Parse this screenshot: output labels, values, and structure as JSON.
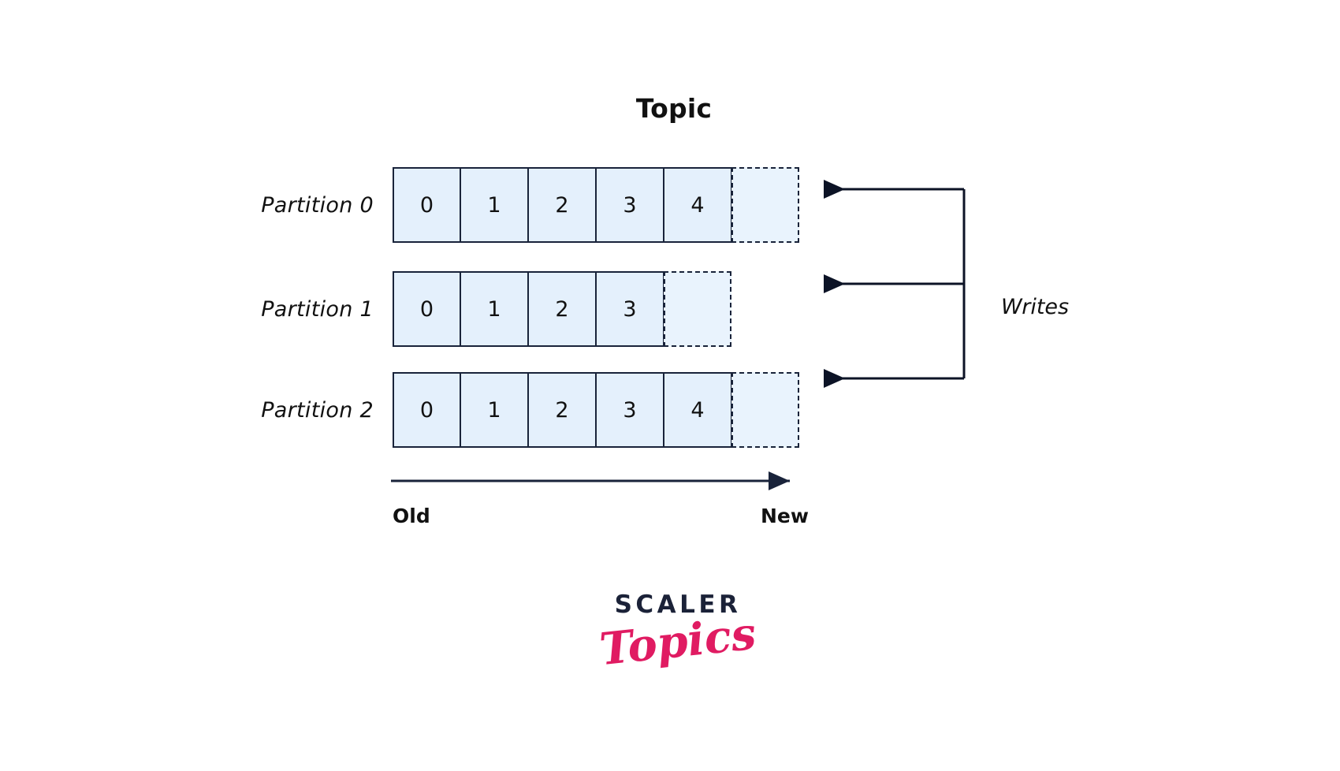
{
  "diagram": {
    "title": "Topic",
    "type": "kafka-topic-partitions",
    "partitions": [
      {
        "label": "Partition 0",
        "offsets": [
          "0",
          "1",
          "2",
          "3",
          "4"
        ],
        "has_empty_slot": true
      },
      {
        "label": "Partition 1",
        "offsets": [
          "0",
          "1",
          "2",
          "3"
        ],
        "has_empty_slot": true
      },
      {
        "label": "Partition 2",
        "offsets": [
          "0",
          "1",
          "2",
          "3",
          "4"
        ],
        "has_empty_slot": true
      }
    ],
    "writes_label": "Writes",
    "axis": {
      "start_label": "Old",
      "end_label": "New",
      "direction": "left-to-right"
    }
  },
  "logo": {
    "primary_text": "SCALER",
    "secondary_text": "Topics"
  },
  "colors": {
    "cell_fill": "#e4f0fc",
    "cell_border": "#19233a",
    "text": "#111111",
    "logo_navy": "#1b2238",
    "logo_pink": "#e01b62",
    "background": "#ffffff"
  }
}
